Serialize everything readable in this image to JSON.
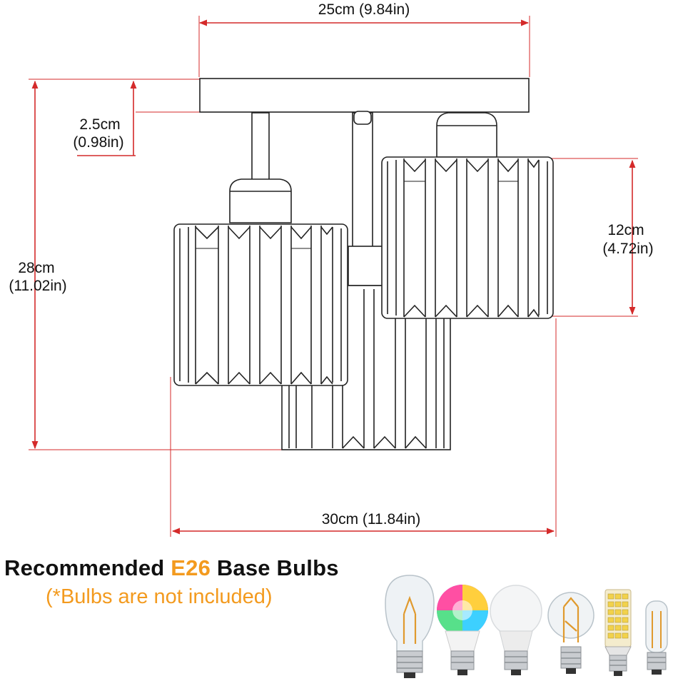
{
  "dimensions": {
    "top_width": "25cm (9.84in)",
    "canopy_height_cm": "2.5cm",
    "canopy_height_in": "(0.98in)",
    "total_height_cm": "28cm",
    "total_height_in": "(11.02in)",
    "shade_height_cm": "12cm",
    "shade_height_in": "(4.72in)",
    "total_width": "30cm (11.84in)"
  },
  "bulbs_section": {
    "title_prefix": "Recommended ",
    "title_accent": "E26",
    "title_suffix": " Base Bulbs",
    "note": "(*Bulbs are not included)",
    "accent_color": "#f39a1e",
    "bulbs": [
      "edison-st64-bulb-icon",
      "rgb-smart-bulb-icon",
      "white-a19-led-bulb-icon",
      "filament-a19-bulb-icon",
      "corn-led-bulb-icon",
      "tubular-filament-bulb-icon"
    ]
  },
  "colors": {
    "dimension_line": "#d42a2a",
    "drawing_line": "#222222"
  }
}
